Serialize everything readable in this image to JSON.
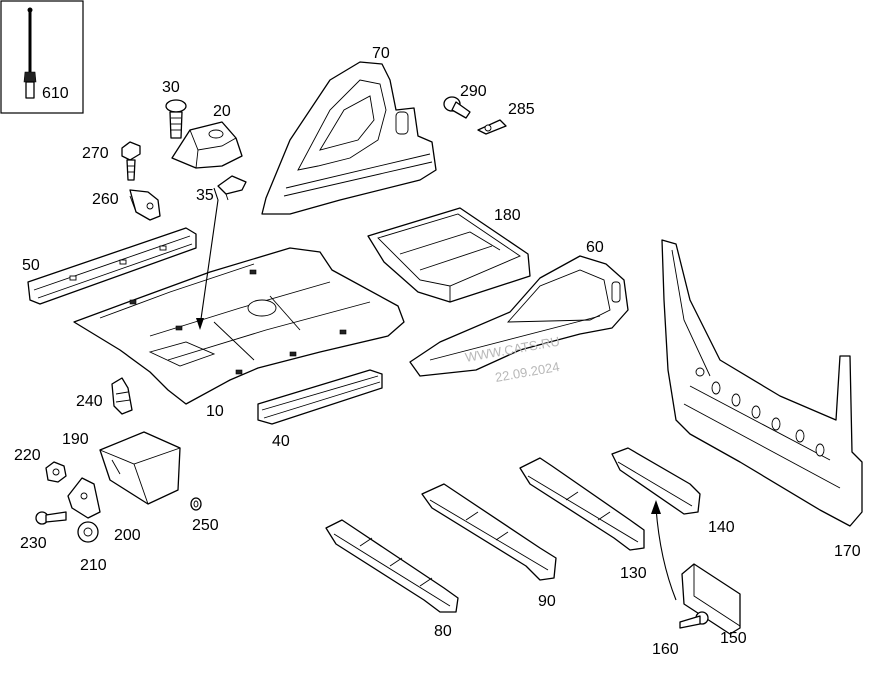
{
  "diagram": {
    "callouts": {
      "c610": "610",
      "c70": "70",
      "c30": "30",
      "c20": "20",
      "c290": "290",
      "c285": "285",
      "c270": "270",
      "c35": "35",
      "c260": "260",
      "c180": "180",
      "c50": "50",
      "c60": "60",
      "c240": "240",
      "c10": "10",
      "c40": "40",
      "c190": "190",
      "c220": "220",
      "c250": "250",
      "c200": "200",
      "c230": "230",
      "c210": "210",
      "c140": "140",
      "c170": "170",
      "c130": "130",
      "c90": "90",
      "c80": "80",
      "c160": "160",
      "c150": "150"
    },
    "watermark": {
      "line1": "WWW.CATS.RU",
      "line2": "22.09.2024"
    }
  }
}
